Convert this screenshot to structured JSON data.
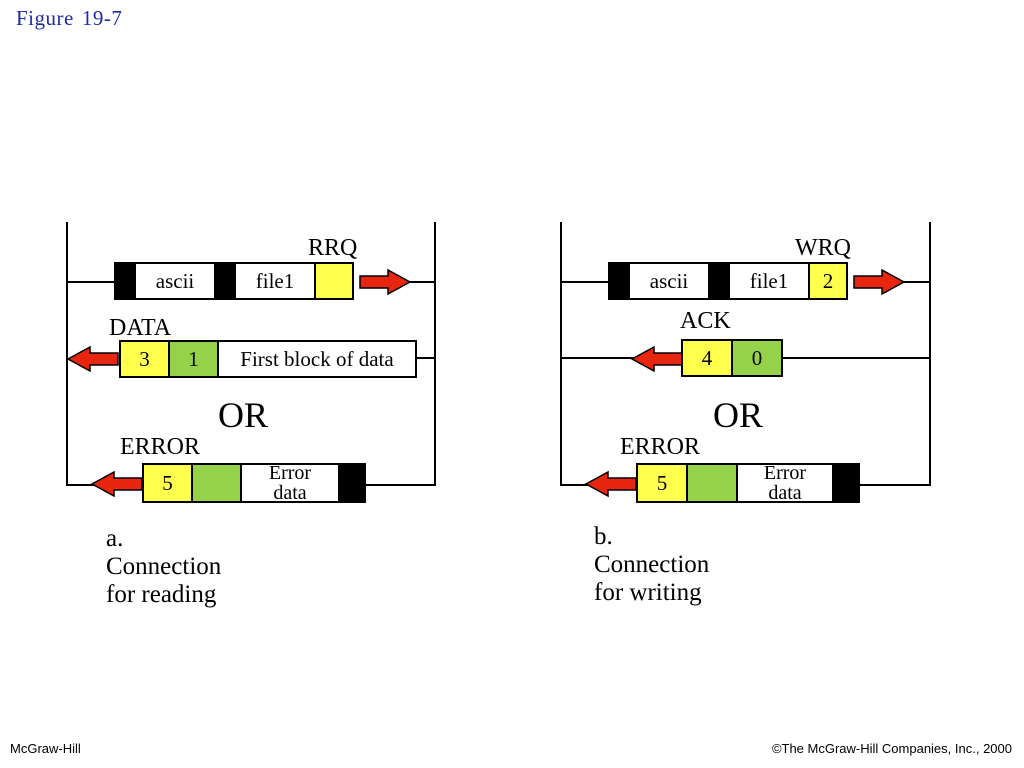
{
  "header": {
    "figure_word": "Figure",
    "figure_number": "19-7"
  },
  "footer": {
    "publisher": "McGraw-Hill",
    "copyright": "©The McGraw-Hill Companies, Inc., 2000"
  },
  "colors": {
    "yellow": "#ffff4d",
    "green": "#96d14a",
    "arrow_red": "#e8250f",
    "title_blue": "#1f2aa8"
  },
  "panel_a": {
    "caption": "a. Connection for reading",
    "rrq_label": "RRQ",
    "rrq_mode": "ascii",
    "rrq_file": "file1",
    "data_label": "DATA",
    "data_opcode": "3",
    "data_block": "1",
    "data_text": "First block of data",
    "or": "OR",
    "error_label": "ERROR",
    "error_opcode": "5",
    "error_data_line1": "Error",
    "error_data_line2": "data"
  },
  "panel_b": {
    "caption": "b. Connection for writing",
    "wrq_label": "WRQ",
    "wrq_mode": "ascii",
    "wrq_file": "file1",
    "wrq_opcode": "2",
    "ack_label": "ACK",
    "ack_opcode": "4",
    "ack_block": "0",
    "or": "OR",
    "error_label": "ERROR",
    "error_opcode": "5",
    "error_data_line1": "Error",
    "error_data_line2": "data"
  }
}
